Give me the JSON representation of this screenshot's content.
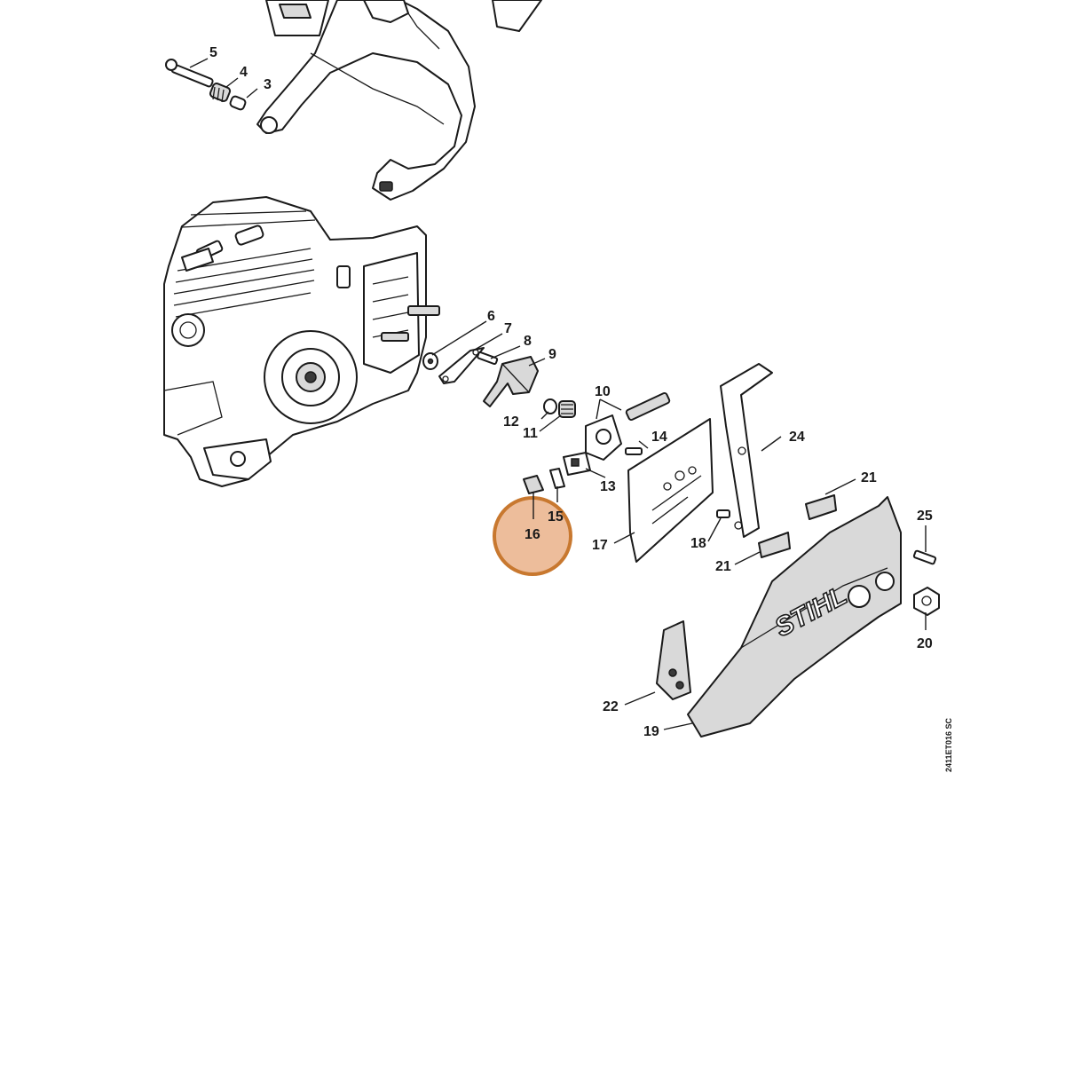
{
  "diagram": {
    "drawing_code": "2411ET016 SC",
    "brand_text": "STIHL",
    "highlight_color": "#e7a77a",
    "highlight_stroke": "#c8782f",
    "highlighted_part": "16",
    "callouts": [
      "3",
      "4",
      "5",
      "6",
      "7",
      "8",
      "9",
      "10",
      "11",
      "12",
      "13",
      "14",
      "15",
      "16",
      "17",
      "18",
      "19",
      "20",
      "21",
      "21",
      "22",
      "24",
      "25"
    ]
  }
}
